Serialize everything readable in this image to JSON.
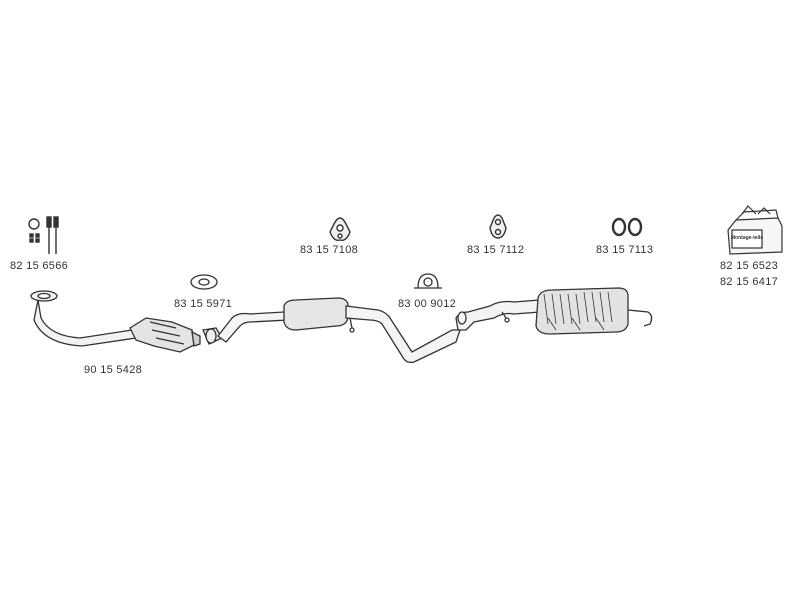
{
  "parts": {
    "gasket_kit": "82 15 6566",
    "front_pipe": "90 15 5428",
    "catalyst_gasket": "83 15 5971",
    "hanger_front": "83 15 7108",
    "clamp": "83 00 9012",
    "hanger_mid": "83 15 7112",
    "hanger_rear": "83 15 7113",
    "mounting_kit_1": "82 15 6523",
    "mounting_kit_2": "82 15 6417"
  },
  "box_label": "Montage-teile",
  "colors": {
    "line": "#444444",
    "fill": "#e8e8e8",
    "text": "#333333"
  }
}
